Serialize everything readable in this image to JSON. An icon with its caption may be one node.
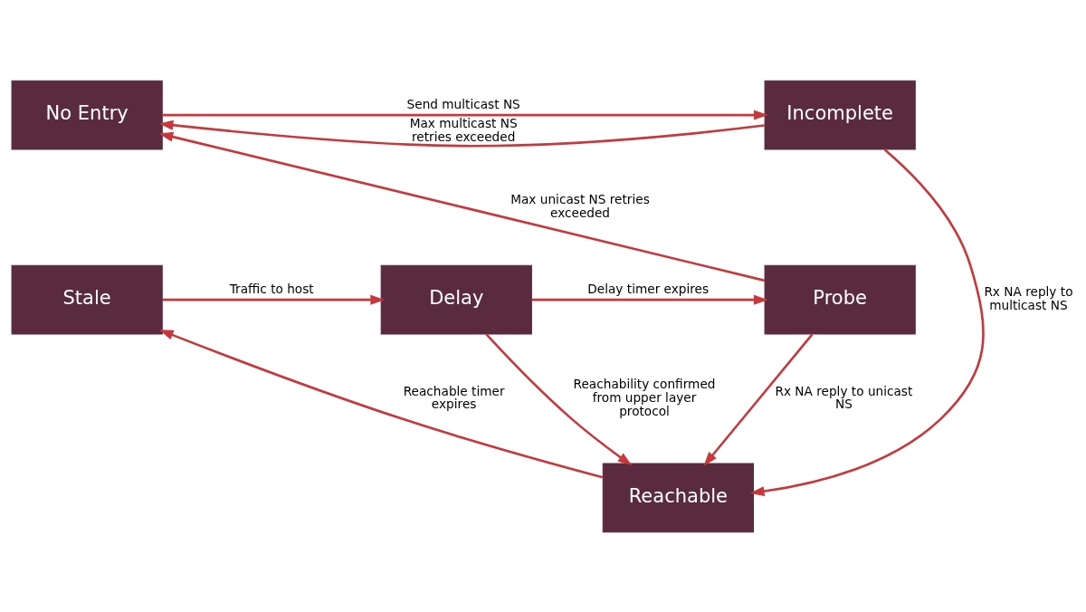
{
  "diagram": {
    "nodes": [
      {
        "text": [
          "No Entry"
        ]
      },
      {
        "text": [
          "Incomplete"
        ]
      },
      {
        "text": [
          "Reachable"
        ]
      },
      {
        "text": [
          "Stale"
        ]
      },
      {
        "text": [
          "Delay"
        ]
      },
      {
        "text": [
          "Probe"
        ]
      }
    ],
    "edges": [
      {
        "from": 0,
        "to": 1,
        "arrow": "to",
        "label": "Send multicast NS"
      },
      {
        "from": 1,
        "to": 0,
        "arrow": "to",
        "label": "Max multicast NS retries exceeded"
      },
      {
        "from": 1,
        "to": 2,
        "arrow": "to",
        "label": "Rx NA reply to multicast NS"
      },
      {
        "from": 2,
        "to": 3,
        "arrow": "to",
        "label": "Reachable timer expires"
      },
      {
        "from": 3,
        "to": 4,
        "arrow": "to",
        "label": "Traffic to host"
      },
      {
        "from": 4,
        "to": 2,
        "arrow": "to",
        "label": "Reachability confirmed from upper layer protocol"
      },
      {
        "from": 4,
        "to": 5,
        "arrow": "to",
        "label": "Delay timer expires"
      },
      {
        "from": 5,
        "to": 2,
        "arrow": "to",
        "label": "Rx NA reply to unicast NS"
      },
      {
        "from": 5,
        "to": 0,
        "arrow": "to",
        "label": "Max unicast NS retries exceeded"
      }
    ]
  }
}
